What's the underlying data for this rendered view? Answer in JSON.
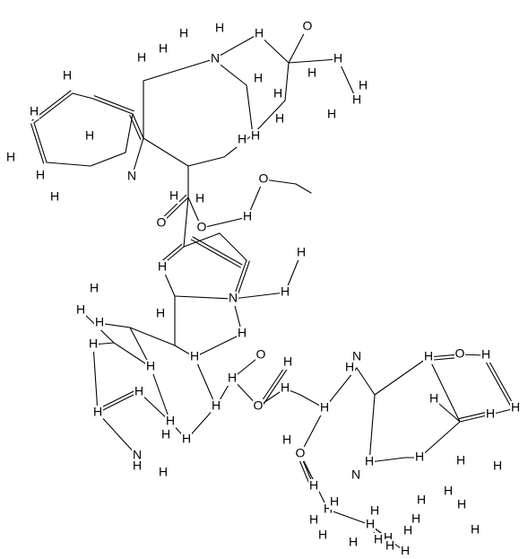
{
  "molecule": {
    "atom_labels": [
      "H",
      "H",
      "H",
      "N",
      "O",
      "H",
      "H",
      "H",
      "H",
      "H",
      "H",
      "H",
      "H",
      "H",
      "H",
      "H",
      "H",
      "H",
      "H",
      "H",
      "N",
      "H",
      "H",
      "H",
      "H",
      "H",
      "O",
      "O",
      "O",
      "H",
      "H",
      "H",
      "H",
      "H",
      "H",
      "H",
      "H",
      "N",
      "H",
      "H",
      "H",
      "H",
      "N",
      "H",
      "H",
      "H",
      "O",
      "H",
      "O",
      "H",
      "H",
      "H",
      "H",
      "H",
      "N",
      "H",
      "H",
      "H",
      "H",
      "H",
      "H",
      "O",
      "H",
      "H",
      "O",
      "H",
      "H",
      "H",
      "H",
      "H",
      "N",
      "H",
      "H",
      "H",
      "H",
      "H",
      "H",
      "H",
      "H",
      "H",
      "H",
      "H",
      "H",
      "H",
      "H",
      "H",
      "H",
      "H",
      "H",
      "H"
    ],
    "colors": {
      "ink": "#000000",
      "background": "#ffffff"
    }
  }
}
